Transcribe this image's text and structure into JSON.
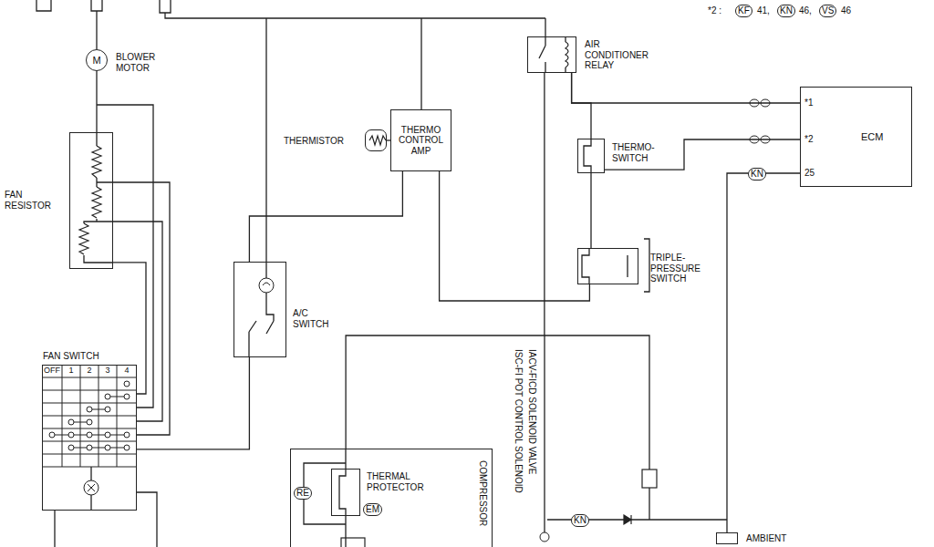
{
  "diagram": {
    "nodes": [
      {
        "text": [
          "M",
          "BLOWER MOTOR"
        ]
      },
      {
        "text": [
          "FAN RESISTOR"
        ]
      },
      {
        "text": [
          "FAN SWITCH"
        ]
      },
      {
        "text": [
          "A/C SWITCH"
        ]
      },
      {
        "text": [
          "THERMISTOR"
        ]
      },
      {
        "text": [
          "THERMO CONTROL AMP"
        ]
      },
      {
        "text": [
          "AIR CONDITIONER RELAY"
        ]
      },
      {
        "text": [
          "THERMO- SWITCH"
        ]
      },
      {
        "text": [
          "TRIPLE- PRESSURE SWITCH"
        ]
      },
      {
        "text": [
          "ECM"
        ]
      },
      {
        "text": [
          "COMPRESSOR"
        ]
      },
      {
        "text": [
          "THERMAL PROTECTOR"
        ],
        "in": 10
      },
      {
        "text": [
          "AMBIENT"
        ]
      }
    ],
    "edges": [
      {
        "from": 0,
        "to": 1,
        "arrow": "none"
      },
      {
        "from": 1,
        "to": 2,
        "arrow": "none"
      },
      {
        "from": 2,
        "to": 3,
        "arrow": "none"
      },
      {
        "from": 4,
        "to": 5,
        "arrow": "none"
      },
      {
        "from": 5,
        "to": 3,
        "arrow": "none"
      },
      {
        "from": 5,
        "to": 8,
        "arrow": "none"
      },
      {
        "from": 6,
        "to": 7,
        "arrow": "none"
      },
      {
        "from": 6,
        "to": 9,
        "arrow": "none"
      },
      {
        "from": 7,
        "to": 8,
        "arrow": "none"
      },
      {
        "from": 7,
        "to": 9,
        "arrow": "none"
      },
      {
        "from": 9,
        "to": 12,
        "arrow": "none"
      },
      {
        "from": 6,
        "to": 10,
        "arrow": "none"
      }
    ],
    "labels": [
      "*2 :",
      "KF",
      "41,",
      "KN",
      "46,",
      "VS",
      "46",
      "*1",
      "*2",
      "25",
      "KN",
      "KN",
      "RE",
      "EM",
      "ISC-FI POT CONTROL SOLENOID",
      "IACV-FICD SOLENOID VALVE",
      "OFF",
      "1",
      "2",
      "3",
      "4"
    ]
  }
}
